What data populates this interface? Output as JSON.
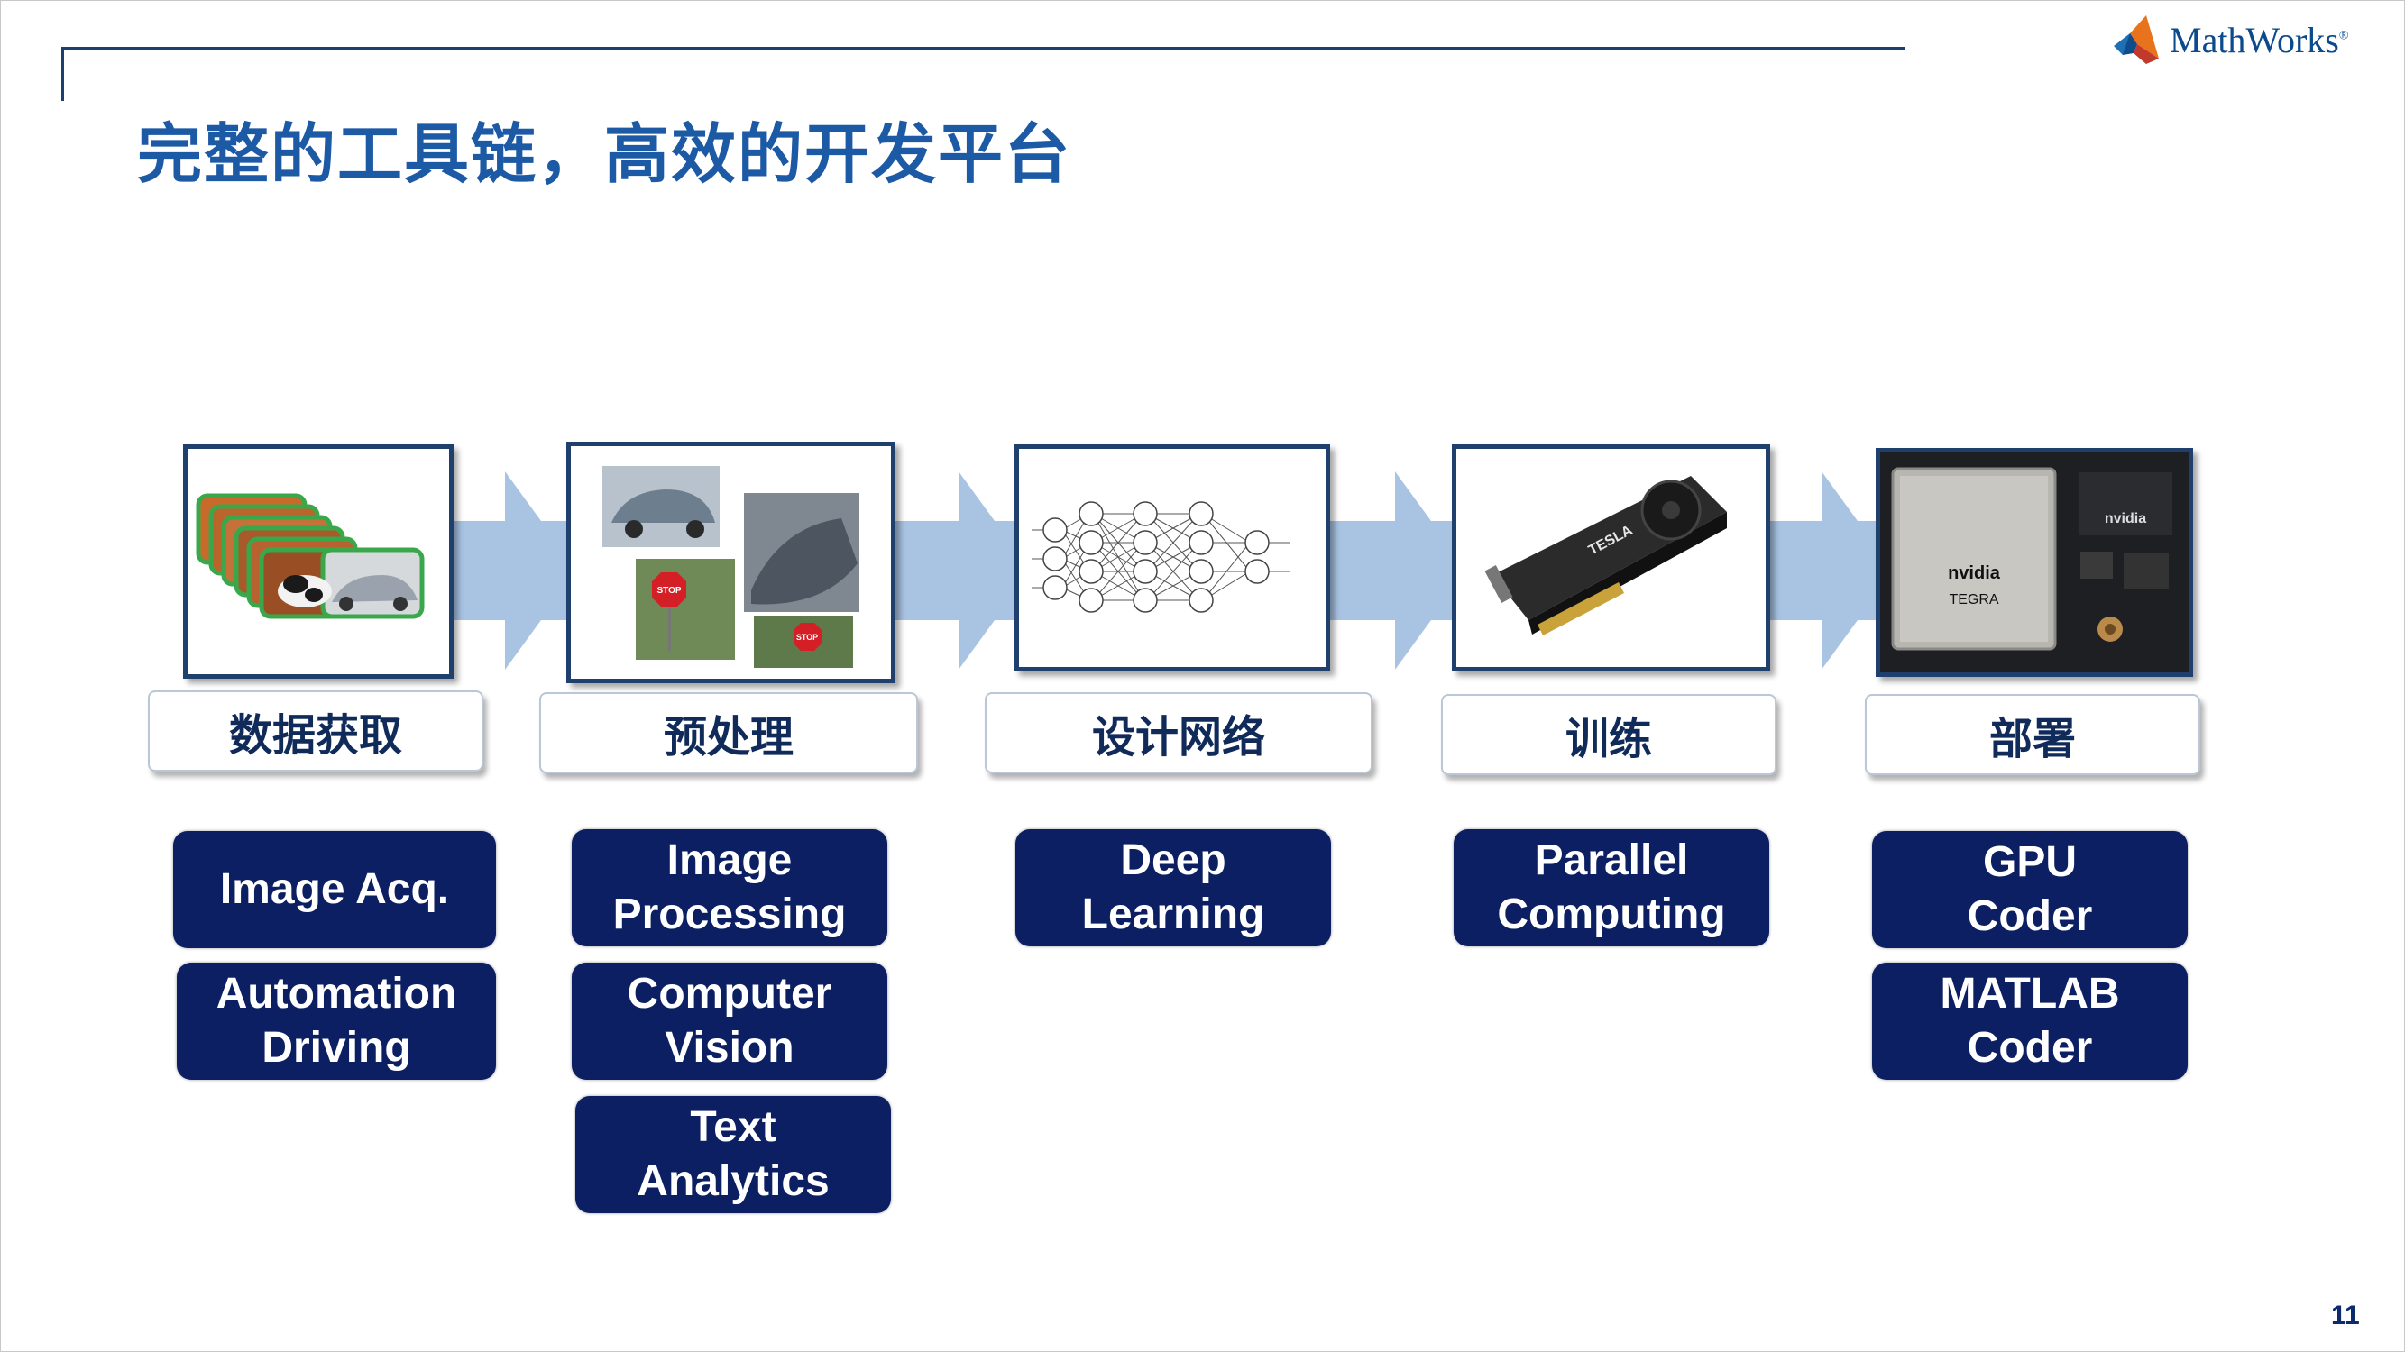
{
  "header": {
    "title": "完整的工具链，高效的开发平台",
    "logo_text": "MathWorks",
    "logo_mark": "®"
  },
  "page_number": "11",
  "stages": [
    {
      "label": "数据获取",
      "image": "stacked-photo-cards"
    },
    {
      "label": "预处理",
      "image": "car-and-stop-sign-photos"
    },
    {
      "label": "设计网络",
      "image": "neural-network-diagram"
    },
    {
      "label": "训练",
      "image": "tesla-gpu-card"
    },
    {
      "label": "部署",
      "image": "nvidia-tegra-board"
    }
  ],
  "tools": {
    "image_acq": "Image Acq.",
    "automation_driving": "Automation\nDriving",
    "image_processing": "Image\nProcessing",
    "computer_vision": "Computer\nVision",
    "text_analytics": "Text\nAnalytics",
    "deep_learning": "Deep\nLearning",
    "parallel_computing": "Parallel\nComputing",
    "gpu_coder": "GPU\nCoder",
    "matlab_coder": "MATLAB\nCoder"
  },
  "gpu_text": "TESLA",
  "board_text": {
    "brand": "nvidia",
    "chip": "TEGRA",
    "brand2": "nvidia"
  },
  "colors": {
    "title": "#1c5aa6",
    "tool_bg": "#0c1f62",
    "arrow": "#a9c3e3",
    "box_border": "#1f3f6c"
  }
}
